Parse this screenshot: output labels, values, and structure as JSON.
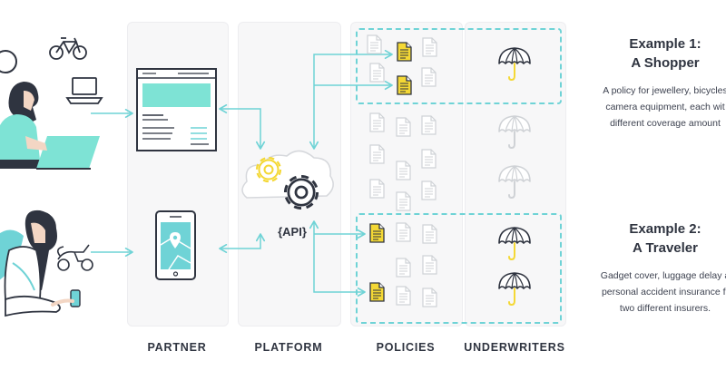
{
  "columns": {
    "partner": "PARTNER",
    "platform": "PLATFORM",
    "policies": "POLICIES",
    "underwriters": "UNDERWRITERS"
  },
  "platform": {
    "api_label": "{API}"
  },
  "examples": [
    {
      "title_line1": "Example 1:",
      "title_line2": "A Shopper",
      "desc_lines": [
        "A policy for jewellery, bicycles",
        "camera equipment, each wit",
        "different coverage amount"
      ]
    },
    {
      "title_line1": "Example 2:",
      "title_line2": "A Traveler",
      "desc_lines": [
        "Gadget cover, luggage delay a",
        "personal accident insurance fr",
        "two different insurers."
      ]
    }
  ],
  "colors": {
    "accent_teal": "#6fd3d6",
    "teal_fill": "#7ee3d5",
    "highlight_yellow": "#f4d835",
    "text_dark": "#2f3440",
    "panel_bg": "#f7f7f8",
    "faded_grey": "#cfd2d6"
  },
  "icons": [
    "laptop-person-icon",
    "phone-person-icon",
    "bicycle-icon",
    "scooter-icon",
    "webpage-mockup-icon",
    "phone-map-icon",
    "gear-icon",
    "cloud-icon",
    "document-icon",
    "umbrella-icon"
  ]
}
